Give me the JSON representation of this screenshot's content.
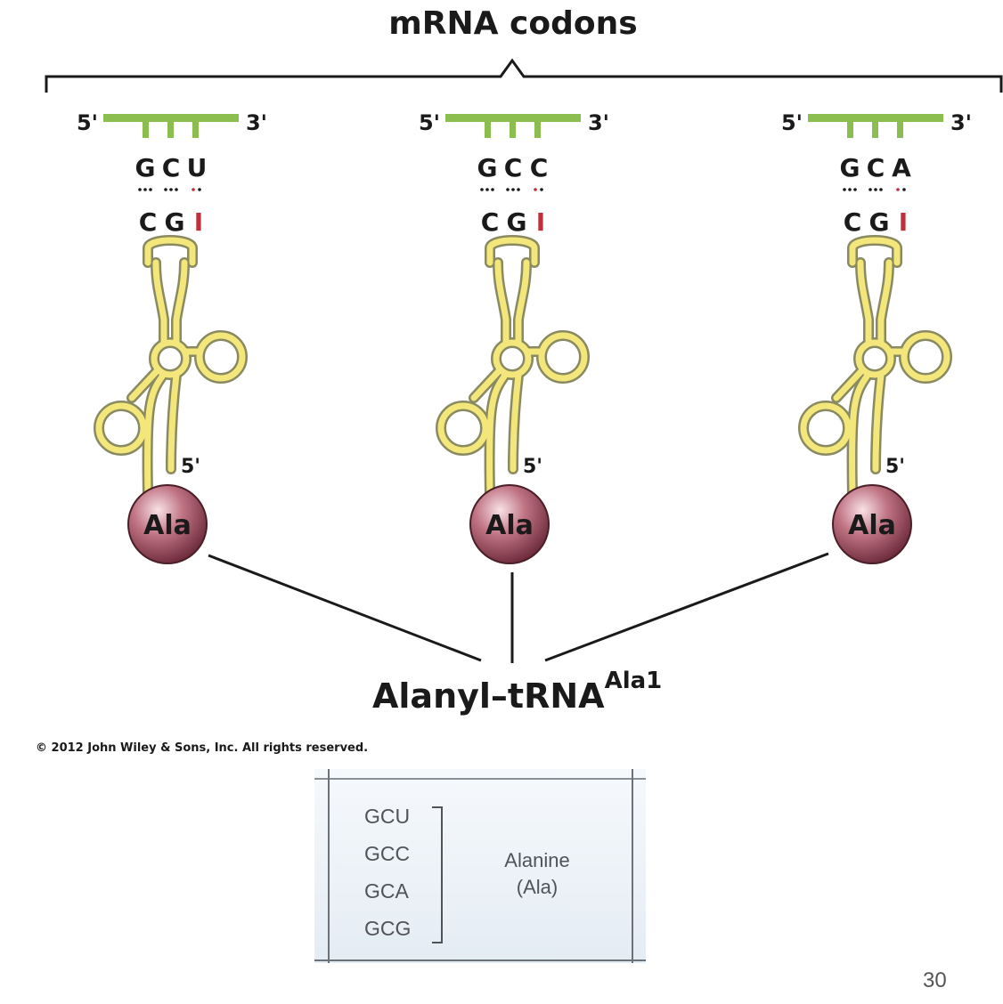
{
  "title": "mRNA codons",
  "strands": [
    {
      "five_prime": "5'",
      "three_prime": "3'",
      "codon": [
        "G",
        "C",
        "U"
      ],
      "anticodon": [
        "C",
        "G",
        "I"
      ],
      "trna_five_prime": "5'",
      "amino_acid": "Ala"
    },
    {
      "five_prime": "5'",
      "three_prime": "3'",
      "codon": [
        "G",
        "C",
        "C"
      ],
      "anticodon": [
        "C",
        "G",
        "I"
      ],
      "trna_five_prime": "5'",
      "amino_acid": "Ala"
    },
    {
      "five_prime": "5'",
      "three_prime": "3'",
      "codon": [
        "G",
        "C",
        "A"
      ],
      "anticodon": [
        "C",
        "G",
        "I"
      ],
      "trna_five_prime": "5'",
      "amino_acid": "Ala"
    }
  ],
  "product_label": "Alanyl–tRNA",
  "product_superscript": "Ala1",
  "copyright": "© 2012 John Wiley & Sons, Inc. All rights reserved.",
  "codon_table": {
    "codons": [
      "GCU",
      "GCC",
      "GCA",
      "GCG"
    ],
    "amino_acid_name": "Alanine",
    "amino_acid_abbr": "(Ala)"
  },
  "page_number": "30",
  "colors": {
    "mrna": "#8cbd4f",
    "trna_fill": "#f3e67a",
    "trna_stroke": "#8a8a62",
    "wobble": "#c0303c",
    "ala_ball": "#a55565"
  }
}
